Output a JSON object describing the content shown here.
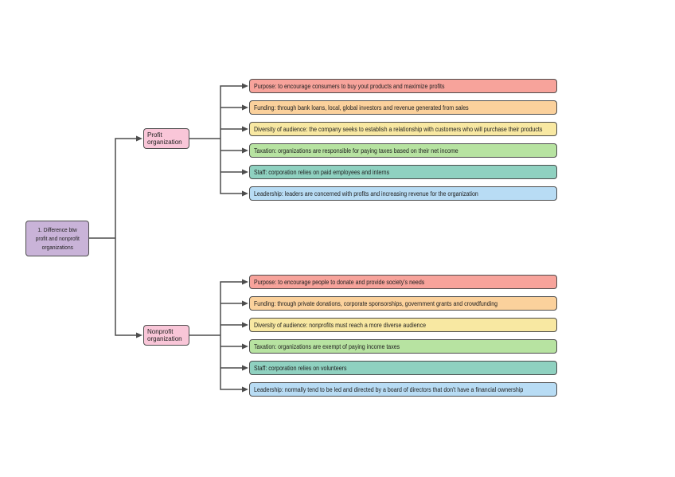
{
  "mindmap": {
    "root": {
      "lines": [
        "1. Difference btw",
        "profit and nonprofit",
        "organizations"
      ],
      "color": "#c9b3d8"
    },
    "branches": [
      {
        "label": "Profit organization",
        "color": "#f9c6d8",
        "children": [
          {
            "category": "purpose",
            "text": "Purpose: to encourage consumers to buy yout products and maximize profits",
            "color": "#f7a39b"
          },
          {
            "category": "funding",
            "text": "Funding: through bank loans, local, global investors and revenue generated from sales",
            "color": "#fbd19c"
          },
          {
            "category": "diversity",
            "text": "Diversity of audience: the company seeks to establish a relationship with customers who will purchase their products",
            "color": "#f8e8a2"
          },
          {
            "category": "taxation",
            "text": "Taxation: organizations are responsible for paying taxes based on their net income",
            "color": "#b7e3a1"
          },
          {
            "category": "staff",
            "text": "Staff: corporation relies on paid employees and interns",
            "color": "#8fd1c0"
          },
          {
            "category": "leadership",
            "text": "Leadership: leaders are concerned with profits and increasing revenue for the organization",
            "color": "#b8dcf4"
          }
        ]
      },
      {
        "label": "Nonprofit organization",
        "color": "#f9c6d8",
        "children": [
          {
            "category": "purpose",
            "text": "Purpose: to encourage people to donate and provide society's needs",
            "color": "#f7a39b"
          },
          {
            "category": "funding",
            "text": "Funding: through private donations, corporate sponsorships, government grants and crowdfunding",
            "color": "#fbd19c"
          },
          {
            "category": "diversity",
            "text": "Diversity of audience: nonprofits must reach a more diverse audience",
            "color": "#f8e8a2"
          },
          {
            "category": "taxation",
            "text": "Taxation: organizations are exempt of paying income taxes",
            "color": "#b7e3a1"
          },
          {
            "category": "staff",
            "text": "Staff: corporation relies on volunteers",
            "color": "#8fd1c0"
          },
          {
            "category": "leadership",
            "text": "Leadership: normally tend to be led and directed by a board of directors that don't have a financial ownership",
            "color": "#b8dcf4"
          }
        ]
      }
    ],
    "style": {
      "border_color": "#4d4d4d",
      "connector_color": "#4d4d4d",
      "background": "#ffffff",
      "text_color": "#222222"
    }
  }
}
